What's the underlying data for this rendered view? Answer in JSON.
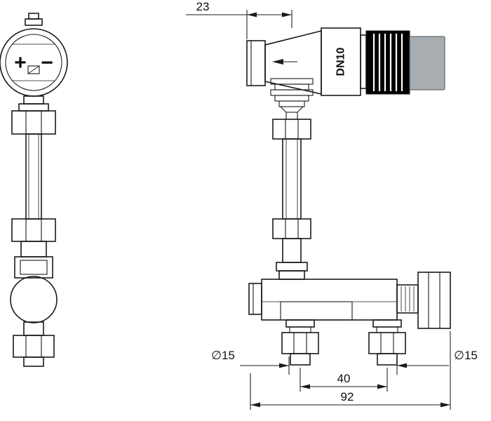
{
  "drawing": {
    "stroke_color": "#1a1a1a",
    "knob_fill": "#000000",
    "end_cap_fill": "#a7adb1",
    "dial": {
      "plus": "+",
      "minus": "−"
    },
    "valve_marking": "DN10",
    "dimensions": {
      "top_width": "23",
      "left_port_diameter": "∅15",
      "right_port_diameter": "∅15",
      "port_spacing": "40",
      "overall_width": "92"
    }
  }
}
